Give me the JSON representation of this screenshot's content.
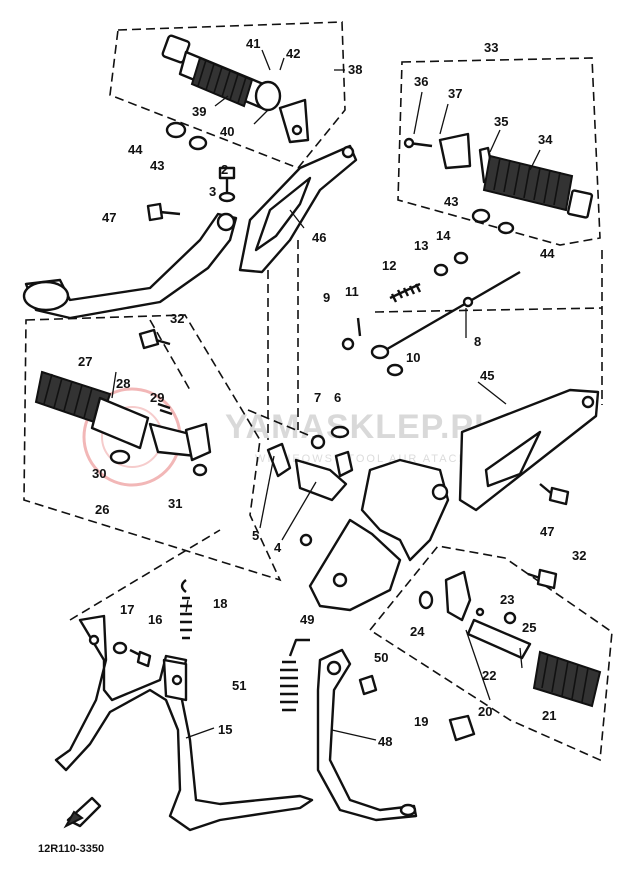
{
  "diagram": {
    "part_code": "12R110-3350",
    "watermark_main": "YAMASKLEP.PL",
    "watermark_sub": "WICHEOWST TOOL AUR ATACHA",
    "callouts": [
      {
        "n": "2"
      },
      {
        "n": "3"
      },
      {
        "n": "4"
      },
      {
        "n": "5"
      },
      {
        "n": "6"
      },
      {
        "n": "7"
      },
      {
        "n": "8"
      },
      {
        "n": "9"
      },
      {
        "n": "10"
      },
      {
        "n": "11"
      },
      {
        "n": "12"
      },
      {
        "n": "13"
      },
      {
        "n": "14"
      },
      {
        "n": "15"
      },
      {
        "n": "16"
      },
      {
        "n": "17"
      },
      {
        "n": "18"
      },
      {
        "n": "19"
      },
      {
        "n": "20"
      },
      {
        "n": "21"
      },
      {
        "n": "22"
      },
      {
        "n": "23"
      },
      {
        "n": "24"
      },
      {
        "n": "25"
      },
      {
        "n": "26"
      },
      {
        "n": "27"
      },
      {
        "n": "28"
      },
      {
        "n": "29"
      },
      {
        "n": "30"
      },
      {
        "n": "31"
      },
      {
        "n": "32"
      },
      {
        "n": "32"
      },
      {
        "n": "33"
      },
      {
        "n": "34"
      },
      {
        "n": "35"
      },
      {
        "n": "36"
      },
      {
        "n": "37"
      },
      {
        "n": "38"
      },
      {
        "n": "39"
      },
      {
        "n": "40"
      },
      {
        "n": "41"
      },
      {
        "n": "42"
      },
      {
        "n": "43"
      },
      {
        "n": "43"
      },
      {
        "n": "44"
      },
      {
        "n": "44"
      },
      {
        "n": "45"
      },
      {
        "n": "46"
      },
      {
        "n": "47"
      },
      {
        "n": "47"
      },
      {
        "n": "48"
      },
      {
        "n": "49"
      },
      {
        "n": "50"
      },
      {
        "n": "51"
      }
    ]
  }
}
